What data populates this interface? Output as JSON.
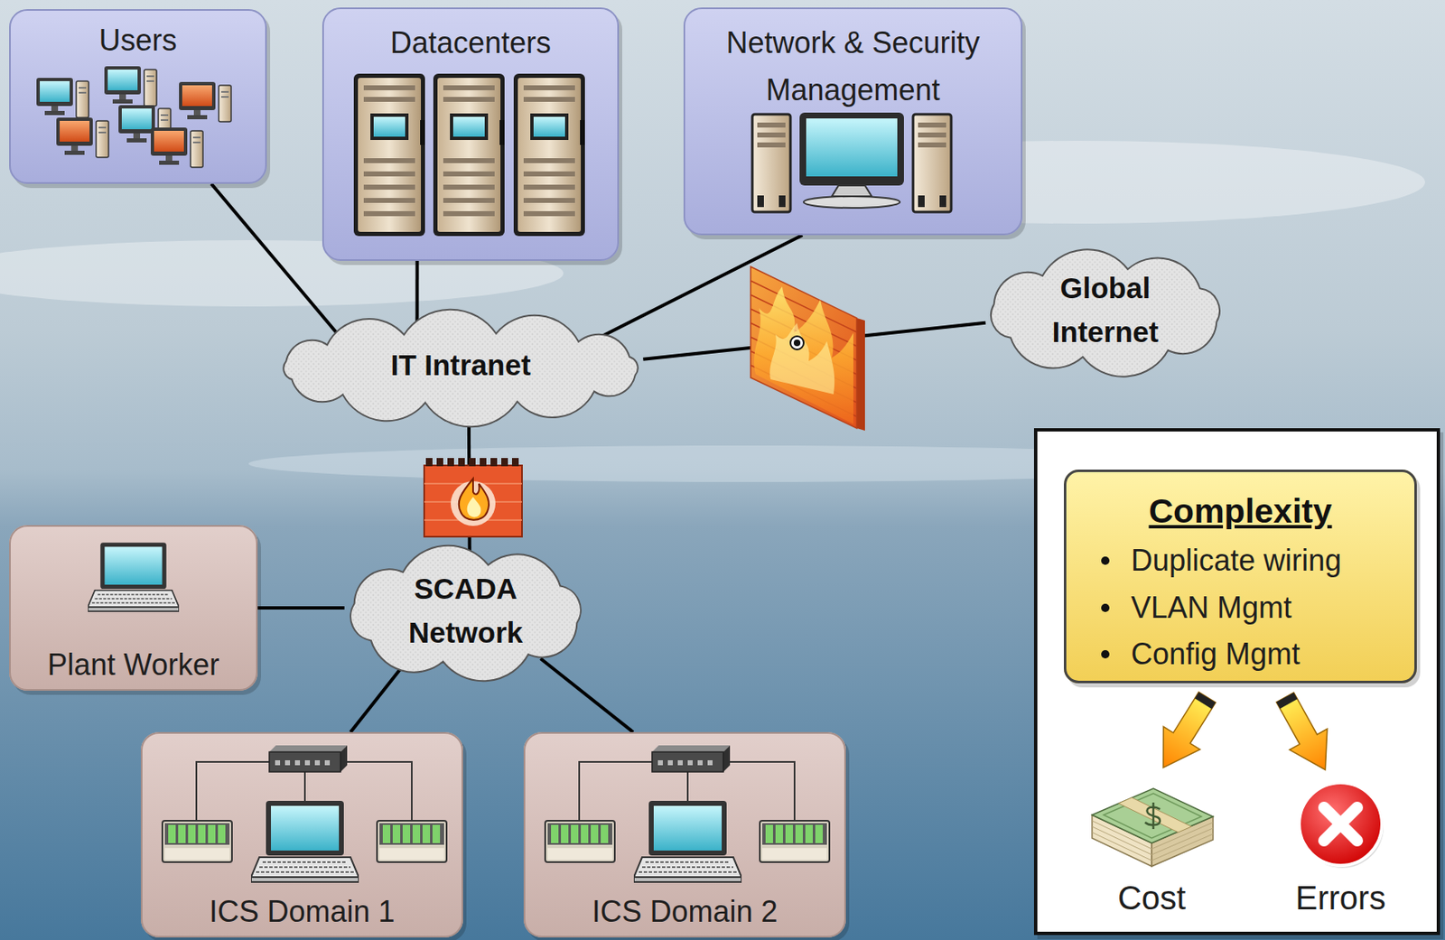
{
  "diagram": {
    "nodes": [
      {
        "text": [
          "Users"
        ]
      },
      {
        "text": [
          "Datacenters"
        ]
      },
      {
        "text": [
          "Network & Security Management"
        ]
      },
      {
        "text": [
          "IT Intranet"
        ]
      },
      {
        "text": [
          "Global Internet"
        ]
      },
      {
        "text": [
          "SCADA Network"
        ]
      },
      {
        "text": [
          "Plant Worker"
        ]
      },
      {
        "text": [
          "ICS Domain 1"
        ]
      },
      {
        "text": [
          "ICS Domain 2"
        ]
      },
      {
        "text": [
          "Cost",
          "Errors"
        ]
      },
      {
        "text": [
          "Complexity",
          "Duplicate wiring",
          "VLAN Mgmt",
          "Config Mgmt"
        ],
        "in": 9
      }
    ],
    "edges": [
      {
        "from": 0,
        "to": 3,
        "arrow": "none"
      },
      {
        "from": 1,
        "to": 3,
        "arrow": "none"
      },
      {
        "from": 2,
        "to": 3,
        "arrow": "none"
      },
      {
        "from": 3,
        "to": 4,
        "arrow": "none"
      },
      {
        "from": 3,
        "to": 5,
        "arrow": "none"
      },
      {
        "from": 6,
        "to": 5,
        "arrow": "none"
      },
      {
        "from": 5,
        "to": 7,
        "arrow": "none"
      },
      {
        "from": 5,
        "to": 8,
        "arrow": "none"
      }
    ]
  }
}
